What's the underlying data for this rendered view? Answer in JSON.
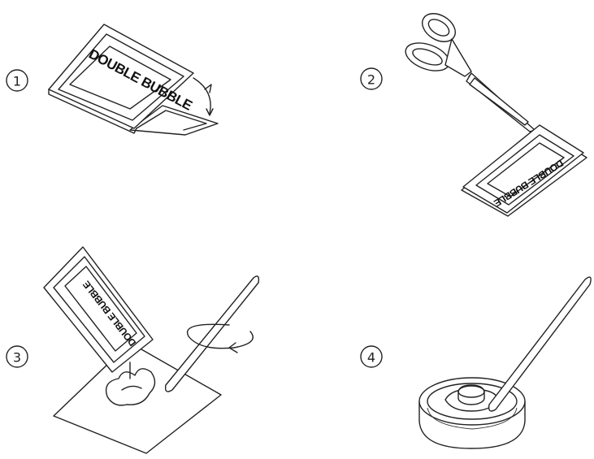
{
  "steps": [
    {
      "number": "1",
      "package_label": "DOUBLE BUBBLE"
    },
    {
      "number": "2",
      "package_label": "DOUBLE BUBBLE"
    },
    {
      "number": "3",
      "package_label": "DOUBLE BUBBLE"
    },
    {
      "number": "4"
    }
  ]
}
